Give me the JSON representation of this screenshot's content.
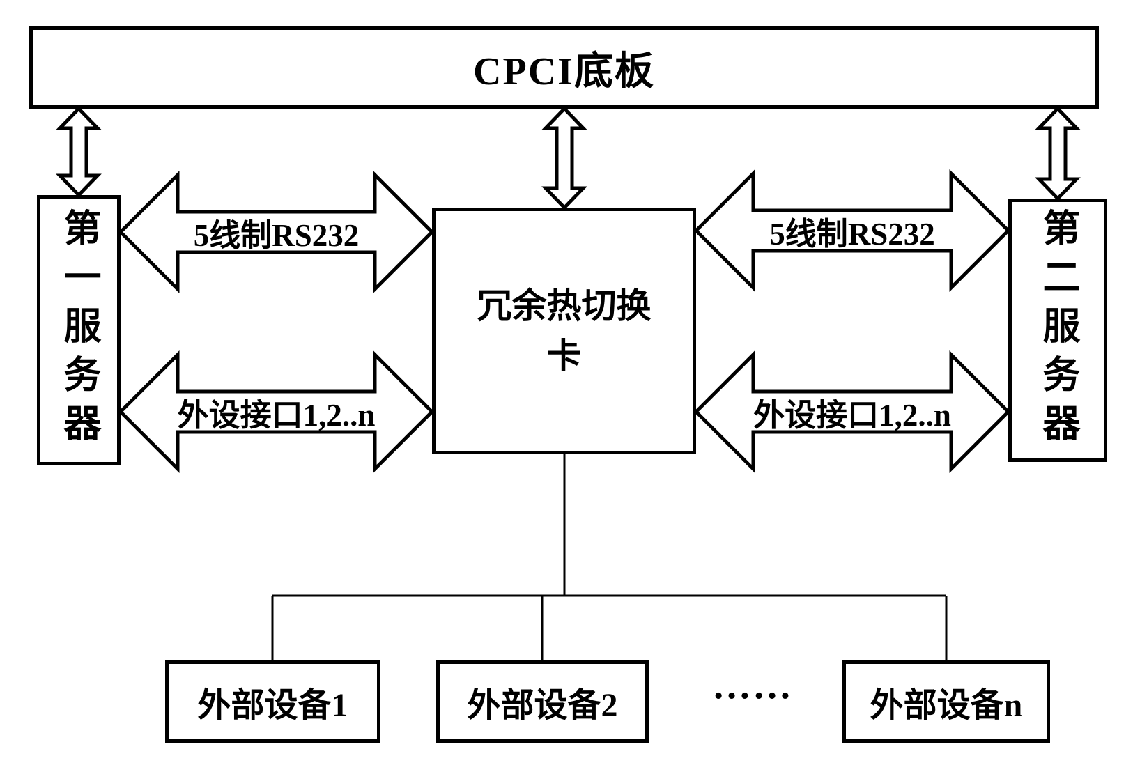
{
  "diagram": {
    "backplane": {
      "label": "CPCI底板"
    },
    "server_left": {
      "label": "第一服务器"
    },
    "server_right": {
      "label": "第二服务器"
    },
    "switch_card": {
      "label_line1": "冗余热切换",
      "label_line2": "卡"
    },
    "links": {
      "rs232_left": "5线制RS232",
      "rs232_right": "5线制RS232",
      "periph_left": "外设接口1,2..n",
      "periph_right": "外设接口1,2..n"
    },
    "devices": [
      {
        "label": "外部设备1"
      },
      {
        "label": "外部设备2"
      },
      {
        "label": "外部设备n"
      }
    ],
    "ellipsis": "……",
    "colors": {
      "line": "#000000",
      "background": "#ffffff"
    }
  }
}
